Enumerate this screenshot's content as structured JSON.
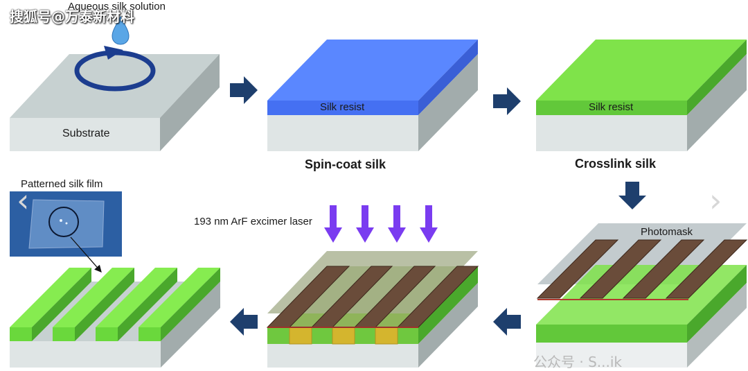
{
  "watermark": "搜狐号@万泰新材料",
  "labels": {
    "aqueous": "Aqueous silk solution",
    "substrate": "Substrate",
    "silk_resist_1": "Silk resist",
    "silk_resist_2": "Silk resist",
    "spin_coat": "Spin-coat silk",
    "crosslink": "Crosslink silk",
    "patterned_film": "Patterned silk film",
    "laser": "193 nm ArF excimer laser",
    "photomask": "Photomask"
  },
  "bottom_watermark": "公众号 · S...ik",
  "colors": {
    "substrate_top": "#c9d3d3",
    "substrate_front": "#dde3e3",
    "substrate_side": "#9ea8a8",
    "blue_resist": "#4f7ff5",
    "green_resist": "#7ddc45",
    "mask_brown": "#5e4434",
    "arrow_navy": "#1e3f6d",
    "laser_violet": "#7a3cf0"
  },
  "icons": [
    "water-drop-icon",
    "rotation-arrow-icon",
    "chevron-left-icon",
    "chevron-right-icon"
  ]
}
